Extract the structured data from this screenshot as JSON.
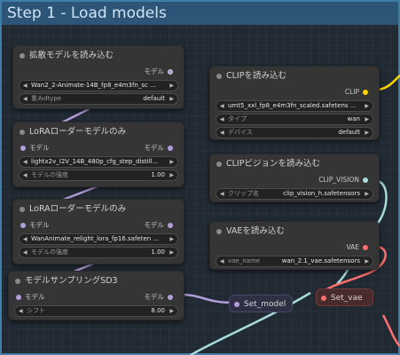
{
  "group": {
    "title": "Step 1 - Load models"
  },
  "colors": {
    "model": "#b39ddb",
    "clip": "#ffd500",
    "clip_vision": "#a8dadc",
    "vae": "#ff6e6e"
  },
  "nodes": {
    "diffusion": {
      "title": "拡散モデルを読み込む",
      "output": "モデル",
      "unet_name": "Wan2_2-Animate-14B_fp8_e4m3fn_sc ...",
      "weight_label": "重みdtype",
      "weight_value": "default"
    },
    "lora1": {
      "title": "LoRAローダーモデルのみ",
      "input": "モデル",
      "output": "モデル",
      "lora_name": "lightx2v_I2V_14B_480p_cfg_step_distill...",
      "strength_label": "モデルの強度",
      "strength_value": "1.00"
    },
    "lora2": {
      "title": "LoRAローダーモデルのみ",
      "input": "モデル",
      "output": "モデル",
      "lora_name": "WanAnimate_relight_lora_fp16.safeten ...",
      "strength_label": "モデルの強度",
      "strength_value": "1.00"
    },
    "sampling": {
      "title": "モデルサンプリングSD3",
      "input": "モデル",
      "output": "モデル",
      "shift_label": "シフト",
      "shift_value": "8.00"
    },
    "clip": {
      "title": "CLIPを読み込む",
      "output": "CLIP",
      "clip_name": "umt5_xxl_fp8_e4m3fn_scaled.safetens ...",
      "type_label": "タイプ",
      "type_value": "wan",
      "device_label": "デバイス",
      "device_value": "default"
    },
    "clip_vision": {
      "title": "CLIPビジョンを読み込む",
      "output": "CLIP_VISION",
      "name_label": "クリップ名",
      "name_value": "clip_vision_h.safetensors"
    },
    "vae": {
      "title": "VAEを読み込む",
      "output": "VAE",
      "name_label": "vae_name",
      "name_value": "wan_2.1_vae.safetensors"
    }
  },
  "reroutes": {
    "set_model": "Set_model",
    "set_vae": "Set_vae"
  }
}
